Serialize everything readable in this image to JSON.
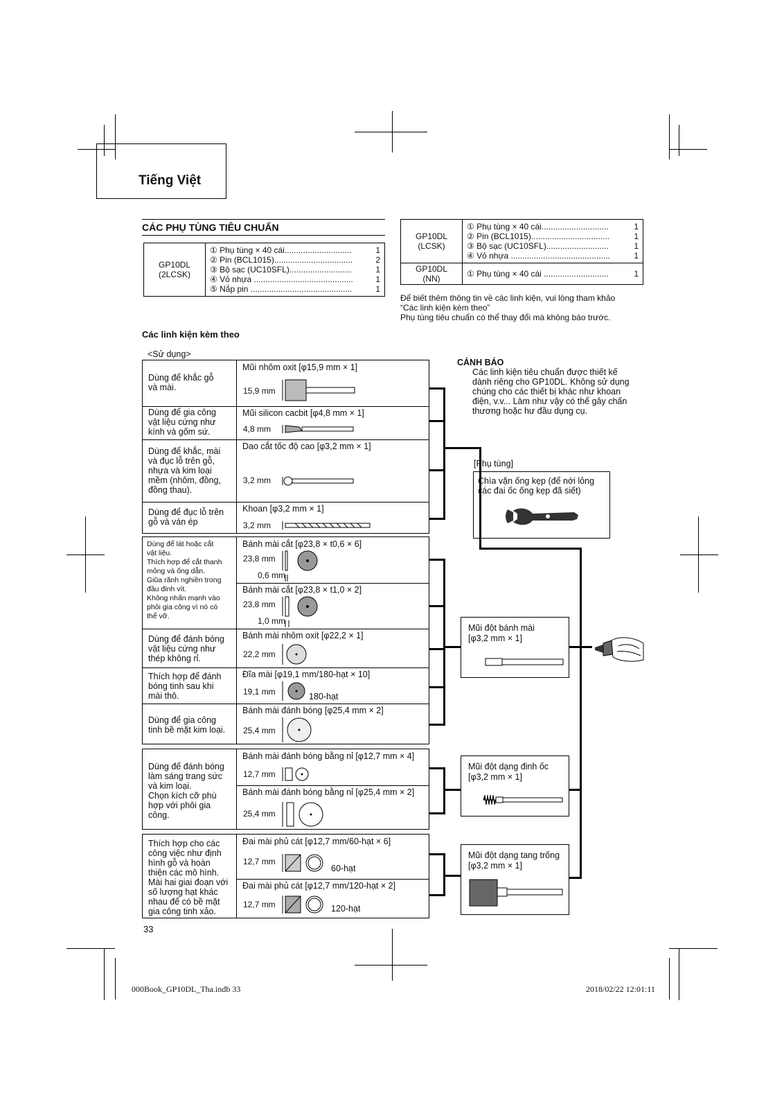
{
  "header": {
    "language": "Tiếng Việt"
  },
  "section_title": "CÁC PHỤ TÙNG TIÊU CHUẨN",
  "model_2lcsk": {
    "model": [
      "GP10DL",
      "(2LCSK)"
    ],
    "items": [
      {
        "num": "①",
        "text": "Phụ tùng × 40 cái.............................",
        "qty": "1"
      },
      {
        "num": "②",
        "text": "Pin (BCL1015)..................................",
        "qty": "2"
      },
      {
        "num": "③",
        "text": "Bộ sạc (UC10SFL)...........................",
        "qty": "1"
      },
      {
        "num": "④",
        "text": "Vỏ nhựa ...........................................",
        "qty": "1"
      },
      {
        "num": "⑤",
        "text": "Nắp pin ............................................",
        "qty": "1"
      }
    ]
  },
  "model_lcsk": {
    "model": [
      "GP10DL",
      "(LCSK)"
    ],
    "items": [
      {
        "num": "①",
        "text": "Phụ tùng × 40 cái.............................",
        "qty": "1"
      },
      {
        "num": "②",
        "text": "Pin (BCL1015)..................................",
        "qty": "1"
      },
      {
        "num": "③",
        "text": "Bộ sạc (UC10SFL)...........................",
        "qty": "1"
      },
      {
        "num": "④",
        "text": "Vỏ nhựa ...........................................",
        "qty": "1"
      }
    ]
  },
  "model_nn": {
    "model": [
      "GP10DL",
      "(NN)"
    ],
    "items": [
      {
        "num": "①",
        "text": "Phụ tùng × 40 cái ............................",
        "qty": "1"
      }
    ]
  },
  "notes": [
    "Để biết thêm thông tin về các linh kiện, vui lòng tham khảo",
    "“Các linh kiện kèm theo”",
    "Phụ tùng tiêu chuẩn có thể thay đổi mà không báo trước."
  ],
  "accessories_title": "Các linh kiện kèm theo",
  "usage_label": "<Sử dụng>",
  "warning": {
    "title": "CẢNH BÁO",
    "lines": [
      "Các linh kiện tiêu chuẩn được thiết kế",
      "dành riêng cho GP10DL. Không sử dụng",
      "chúng cho các thiết bị khác như khoan",
      "điện, v.v... Làm như vậy có thể gây chấn",
      "thương hoặc hư đầu dụng cụ."
    ]
  },
  "parts": {
    "label": "[Phụ tùng]",
    "wrench": [
      "Chìa vặn ống kẹp (để nới lỏng",
      "các đai ốc ống kẹp đã siết)"
    ]
  },
  "group1": {
    "rows": [
      {
        "use": [
          "Dùng để khắc gỗ",
          "và mài."
        ],
        "name": "Mũi nhôm oxit [φ15,9 mm × 1]",
        "dim": "15,9 mm"
      },
      {
        "use": [
          "Dùng để gia công",
          "vật liệu cứng như",
          "kính và gốm sứ."
        ],
        "name": "Mũi silicon cacbit [φ4,8 mm × 1]",
        "dim": "4,8 mm"
      },
      {
        "use": [
          "Dùng để khắc, mài",
          "và đục lỗ trên gỗ,",
          "nhựa và kim loại",
          "mềm (nhôm, đồng,",
          "đồng thau)."
        ],
        "name": "Dao cắt tốc độ cao [φ3,2 mm × 1]",
        "dim": "3,2 mm"
      },
      {
        "use": [
          "Dùng để đục lỗ trên",
          "gỗ và ván ép"
        ],
        "name": "Khoan [φ3,2 mm × 1]",
        "dim": "3,2 mm"
      }
    ]
  },
  "group2": {
    "cutoff_use": [
      "Dùng để lát hoặc cắt",
      "vật liệu.",
      "Thích hợp để cắt thanh",
      "mỏng và ống dẫn.",
      "Giũa rãnh nghiền trong",
      "đầu đinh vít.",
      "Không nhấn mạnh vào",
      "phôi gia công vì nó có",
      "thể vỡ."
    ],
    "cut1": {
      "name": "Bánh mài cắt [φ23,8 × t0,6 × 6]",
      "dim": "23,8 mm",
      "thick": "0,6 mm"
    },
    "cut2": {
      "name": "Bánh mài cắt [φ23,8 × t1,0 × 2]",
      "dim": "23,8 mm",
      "thick": "1,0 mm"
    },
    "polish": {
      "use": [
        "Dùng để đánh bóng",
        "vật liệu cứng như",
        "thép không rỉ."
      ],
      "name": "Bánh mài nhôm oxit [φ22,2 × 1]",
      "dim": "22,2 mm"
    },
    "disc": {
      "use": [
        "Thích hợp để đánh",
        "bóng tinh sau khi",
        "mài thô."
      ],
      "name": "Đĩa mài [φ19,1 mm/180-hạt × 10]",
      "dim": "19,1 mm",
      "grit": "180-hạt"
    },
    "finish": {
      "use": [
        "Dùng để gia công",
        "tinh bề mặt kim loại."
      ],
      "name": "Bánh mài đánh bóng [φ25,4 mm × 2]",
      "dim": "25,4 mm"
    }
  },
  "group3": {
    "use": [
      "Dùng để đánh bóng",
      "làm sáng trang sức",
      "và kim loại.",
      "Chọn kích cỡ phù",
      "hợp với phôi gia",
      "công."
    ],
    "felt1": {
      "name": "Bánh mài đánh bóng bằng nỉ [φ12,7 mm × 4]",
      "dim": "12,7 mm"
    },
    "felt2": {
      "name": "Bánh mài đánh bóng bằng nỉ [φ25,4 mm × 2]",
      "dim": "25,4 mm"
    }
  },
  "group4": {
    "use": [
      "Thích hợp cho các",
      "công việc như định",
      "hình gỗ và hoàn",
      "thiện các mô hình.",
      "Mài hai giai đoạn với",
      "số lượng hạt khác",
      "nhau để có bề mặt",
      "gia công tinh xảo."
    ],
    "band1": {
      "name": "Đai mài phủ cát [φ12,7 mm/60-hạt × 6]",
      "dim": "12,7 mm",
      "grit": "60-hạt"
    },
    "band2": {
      "name": "Đai mài phủ cát [φ12,7 mm/120-hạt × 2]",
      "dim": "12,7 mm",
      "grit": "120-hạt"
    }
  },
  "mandrels": {
    "wheel": [
      "Mũi đột bánh mài",
      "[φ3,2 mm × 1]"
    ],
    "screw": [
      "Mũi đột dạng đinh ốc",
      "[φ3,2 mm × 1]"
    ],
    "drum": [
      "Mũi đột dạng tang trống",
      "[φ3,2 mm × 1]"
    ]
  },
  "page_number": "33",
  "footer": {
    "file": "000Book_GP10DL_Tha.indb   33",
    "timestamp": "2018/02/22   12:01:11"
  }
}
